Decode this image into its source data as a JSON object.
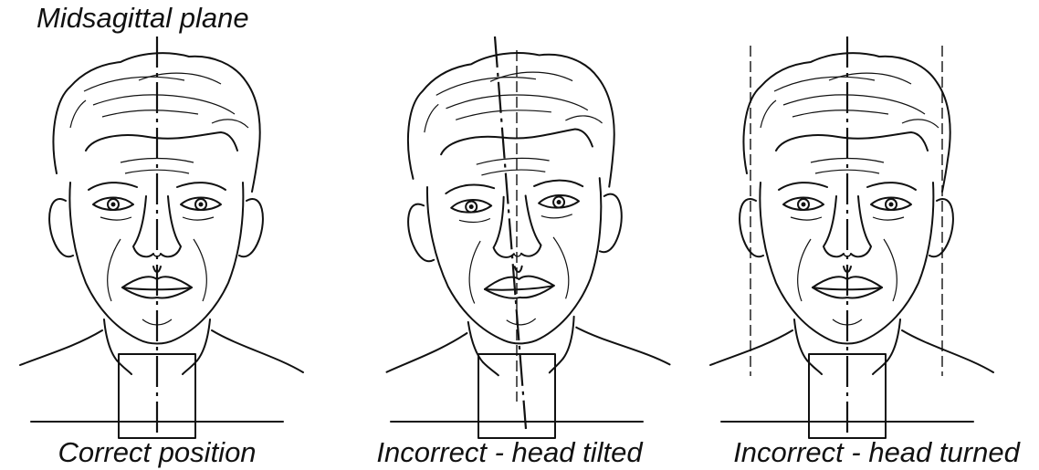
{
  "diagram": {
    "plane_label": "Midsagittal plane",
    "panels": [
      {
        "id": "correct",
        "caption": "Correct position"
      },
      {
        "id": "tilted",
        "caption": "Incorrect - head tilted"
      },
      {
        "id": "turned",
        "caption": "Incorrect - head turned"
      }
    ]
  }
}
